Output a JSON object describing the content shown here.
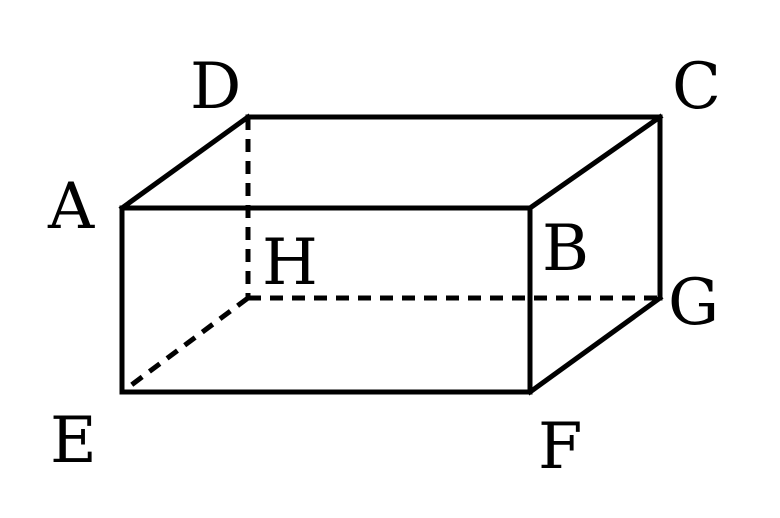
{
  "figure": {
    "vertices": {
      "A": {
        "label": "A"
      },
      "B": {
        "label": "B"
      },
      "C": {
        "label": "C"
      },
      "D": {
        "label": "D"
      },
      "E": {
        "label": "E"
      },
      "F": {
        "label": "F"
      },
      "G": {
        "label": "G"
      },
      "H": {
        "label": "H"
      }
    },
    "edges": [
      {
        "from": "A",
        "to": "B",
        "style": "solid"
      },
      {
        "from": "B",
        "to": "F",
        "style": "solid"
      },
      {
        "from": "F",
        "to": "E",
        "style": "solid"
      },
      {
        "from": "E",
        "to": "A",
        "style": "solid"
      },
      {
        "from": "A",
        "to": "D",
        "style": "solid"
      },
      {
        "from": "D",
        "to": "C",
        "style": "solid"
      },
      {
        "from": "C",
        "to": "B",
        "style": "solid"
      },
      {
        "from": "C",
        "to": "G",
        "style": "solid"
      },
      {
        "from": "G",
        "to": "F",
        "style": "solid"
      },
      {
        "from": "D",
        "to": "H",
        "style": "dashed"
      },
      {
        "from": "H",
        "to": "G",
        "style": "dashed"
      },
      {
        "from": "H",
        "to": "E",
        "style": "dashed"
      }
    ],
    "colors": {
      "line": "#000000",
      "background": "#ffffff"
    }
  }
}
